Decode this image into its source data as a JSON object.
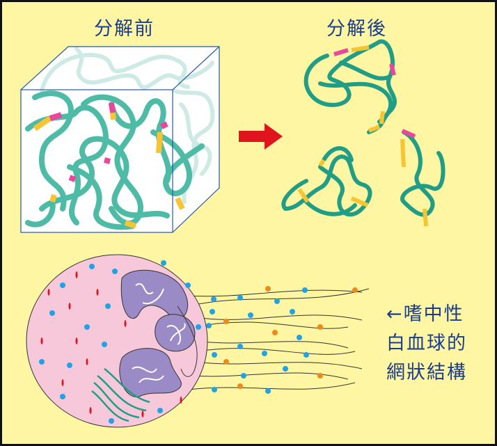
{
  "labels": {
    "before": "分解前",
    "after": "分解後",
    "caption_line1": "←嗜中性",
    "caption_line2": "白血球的",
    "caption_line3": "網狀結構"
  },
  "colors": {
    "background": "#FEF6A2",
    "text": "#1a3d8f",
    "fiber": "#4DBBA5",
    "fiber_dark": "#1F9E85",
    "pink_segment": "#E8479B",
    "yellow_segment": "#F7C534",
    "arrow": "#E0141C",
    "cell": "#F6C8DA",
    "nucleus": "#9A8AC6",
    "blue_dot": "#1FA3E6",
    "orange_dot": "#EE8A1C"
  }
}
